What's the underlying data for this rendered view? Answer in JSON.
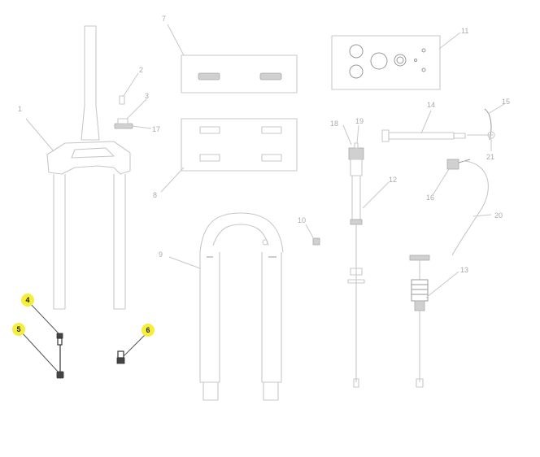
{
  "callouts": {
    "c1": "1",
    "c2": "2",
    "c3": "3",
    "c4": "4",
    "c5": "5",
    "c6": "6",
    "c7": "7",
    "c8": "8",
    "c9": "9",
    "c10": "10",
    "c11": "11",
    "c12": "12",
    "c13": "13",
    "c14": "14",
    "c15": "15",
    "c16": "16",
    "c17": "17",
    "c18": "18",
    "c19": "19",
    "c20": "20",
    "c21": "21"
  },
  "highlighted_callouts": [
    "4",
    "5",
    "6"
  ],
  "colors": {
    "highlight": "#f5ee3a",
    "part_line": "#c8c8c8",
    "callout_text": "#aaaaaa",
    "highlighted_part": "#333333"
  }
}
